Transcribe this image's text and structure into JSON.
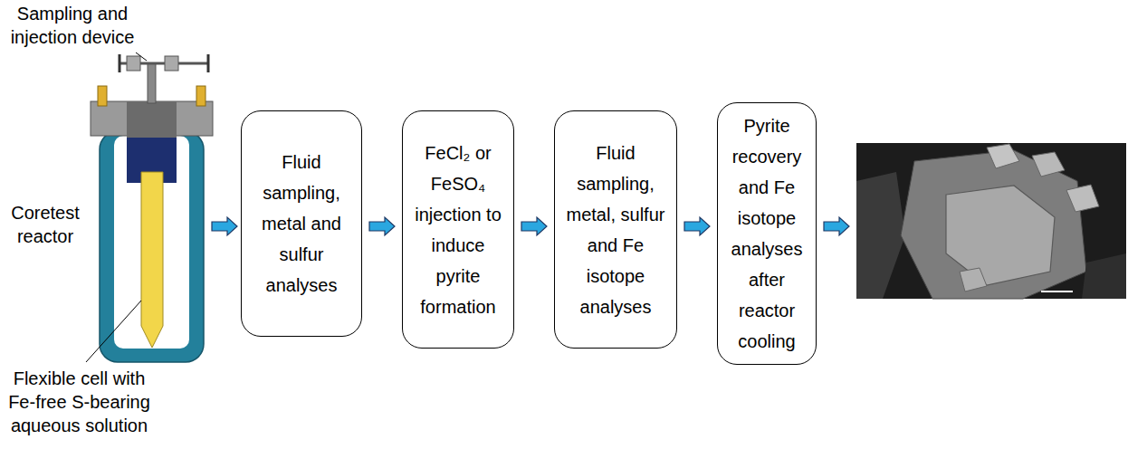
{
  "diagram": {
    "nodes": [
      {
        "text": [
          "Fluid sampling, metal and sulfur analyses"
        ]
      },
      {
        "text": [
          "FeCl₂ or FeSO₄ injection to induce pyrite formation"
        ]
      },
      {
        "text": [
          "Fluid sampling, metal, sulfur and Fe isotope analyses"
        ]
      },
      {
        "text": [
          "Pyrite recovery and Fe isotope analyses after reactor cooling"
        ]
      }
    ],
    "edges": [
      {
        "from": 0,
        "to": 1,
        "arrow": "to"
      },
      {
        "from": 1,
        "to": 2,
        "arrow": "to"
      },
      {
        "from": 2,
        "to": 3,
        "arrow": "to"
      }
    ],
    "labels": [
      "Sampling and injection device",
      "Coretest reactor",
      "Flexible cell with Fe-free S-bearing aqueous solution"
    ]
  }
}
